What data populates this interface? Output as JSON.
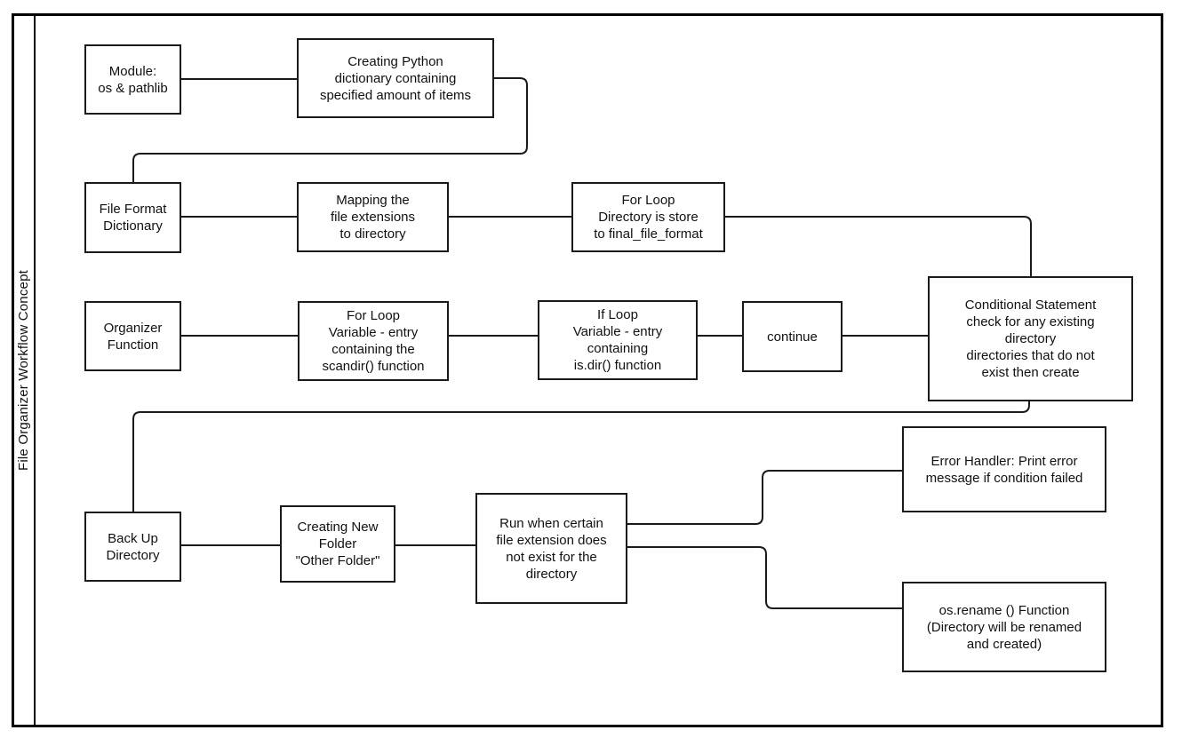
{
  "lane": {
    "title": "File Organizer Workflow Concept"
  },
  "nodes": {
    "module": {
      "label": "Module:\nos & pathlib"
    },
    "creating_py": {
      "label": "Creating Python\ndictionary containing\nspecified amount of items"
    },
    "file_format": {
      "label": "File Format\nDictionary"
    },
    "mapping": {
      "label": "Mapping the\nfile extensions\nto directory"
    },
    "for_loop_dir": {
      "label": "For Loop\nDirectory is store\nto final_file_format"
    },
    "organizer": {
      "label": "Organizer\nFunction"
    },
    "for_loop_var": {
      "label": "For Loop\nVariable - entry\ncontaining the\nscandir() function"
    },
    "if_loop": {
      "label": "If Loop\nVariable - entry\ncontaining\nis.dir() function"
    },
    "continue": {
      "label": "continue"
    },
    "conditional": {
      "label": "Conditional Statement\ncheck for any existing\ndirectory\ndirectories that do not\nexist then create"
    },
    "backup": {
      "label": "Back Up\nDirectory"
    },
    "creating_new": {
      "label": "Creating New\nFolder\n\"Other Folder\""
    },
    "run_when": {
      "label": "Run when certain\nfile extension does\nnot exist for the\ndirectory"
    },
    "error_handler": {
      "label": "Error Handler: Print error\nmessage if condition failed"
    },
    "os_rename": {
      "label": "os.rename () Function\n(Directory will be renamed\nand created)"
    }
  },
  "edges": [
    {
      "from": "module",
      "to": "creating_py"
    },
    {
      "from": "creating_py",
      "to": "file_format"
    },
    {
      "from": "file_format",
      "to": "mapping"
    },
    {
      "from": "mapping",
      "to": "for_loop_dir"
    },
    {
      "from": "for_loop_dir",
      "to": "conditional"
    },
    {
      "from": "organizer",
      "to": "for_loop_var"
    },
    {
      "from": "for_loop_var",
      "to": "if_loop"
    },
    {
      "from": "if_loop",
      "to": "continue"
    },
    {
      "from": "continue",
      "to": "conditional"
    },
    {
      "from": "conditional",
      "to": "backup"
    },
    {
      "from": "backup",
      "to": "creating_new"
    },
    {
      "from": "creating_new",
      "to": "run_when"
    },
    {
      "from": "run_when",
      "to": "error_handler"
    },
    {
      "from": "run_when",
      "to": "os_rename"
    }
  ],
  "colors": {
    "stroke": "#1a1a1a",
    "frame": "#000000",
    "background": "#ffffff"
  }
}
